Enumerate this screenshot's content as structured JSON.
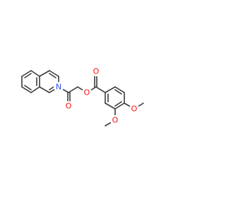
{
  "molecule": {
    "atoms": [
      {
        "id": "o_carbonyl_ketone",
        "symbol": "O",
        "color": "#ff0d0d"
      },
      {
        "id": "o_ester",
        "symbol": "O",
        "color": "#ff0d0d"
      },
      {
        "id": "n_quinoline",
        "symbol": "N",
        "color": "#3050f8"
      },
      {
        "id": "o_carbonyl_ester",
        "symbol": "O",
        "color": "#ff0d0d"
      },
      {
        "id": "o_methoxy_para",
        "symbol": "O",
        "color": "#ff0d0d"
      },
      {
        "id": "o_methoxy_meta",
        "symbol": "O",
        "color": "#ff0d0d"
      }
    ],
    "bond_color": "#3b3b3b"
  }
}
